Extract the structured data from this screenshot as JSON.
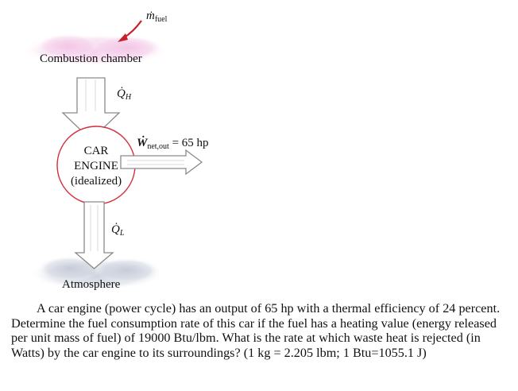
{
  "diagram": {
    "fuel_label": "ṁ",
    "fuel_subscript": "fuel",
    "combustion_chamber": "Combustion chamber",
    "heat_in_symbol": "Q̇",
    "heat_in_subscript": "H",
    "engine_lines": [
      "CAR",
      "ENGINE",
      "(idealized)"
    ],
    "work_symbol": "Ẇ",
    "work_subscript": "net,out",
    "work_value": " = 65 hp",
    "heat_out_symbol": "Q̇",
    "heat_out_subscript": "L",
    "atmosphere": "Atmosphere",
    "colors": {
      "engine_circle": "#d2303a",
      "fuel_arrow": "#c8202a",
      "cloud_top": "#f3c4e6",
      "cloud_bottom": "#c5cad8"
    }
  },
  "problem_text": "A car engine (power cycle) has an output of 65 hp with a thermal efficiency of 24 percent. Determine the fuel consumption rate of this car if the fuel has a heating value (energy released per unit mass of fuel) of 19000 Btu/lbm. What is the rate at which waste heat is rejected (in Watts) by the car engine to its surroundings? (1 kg = 2.205 lbm; 1 Btu=1055.1 J)"
}
